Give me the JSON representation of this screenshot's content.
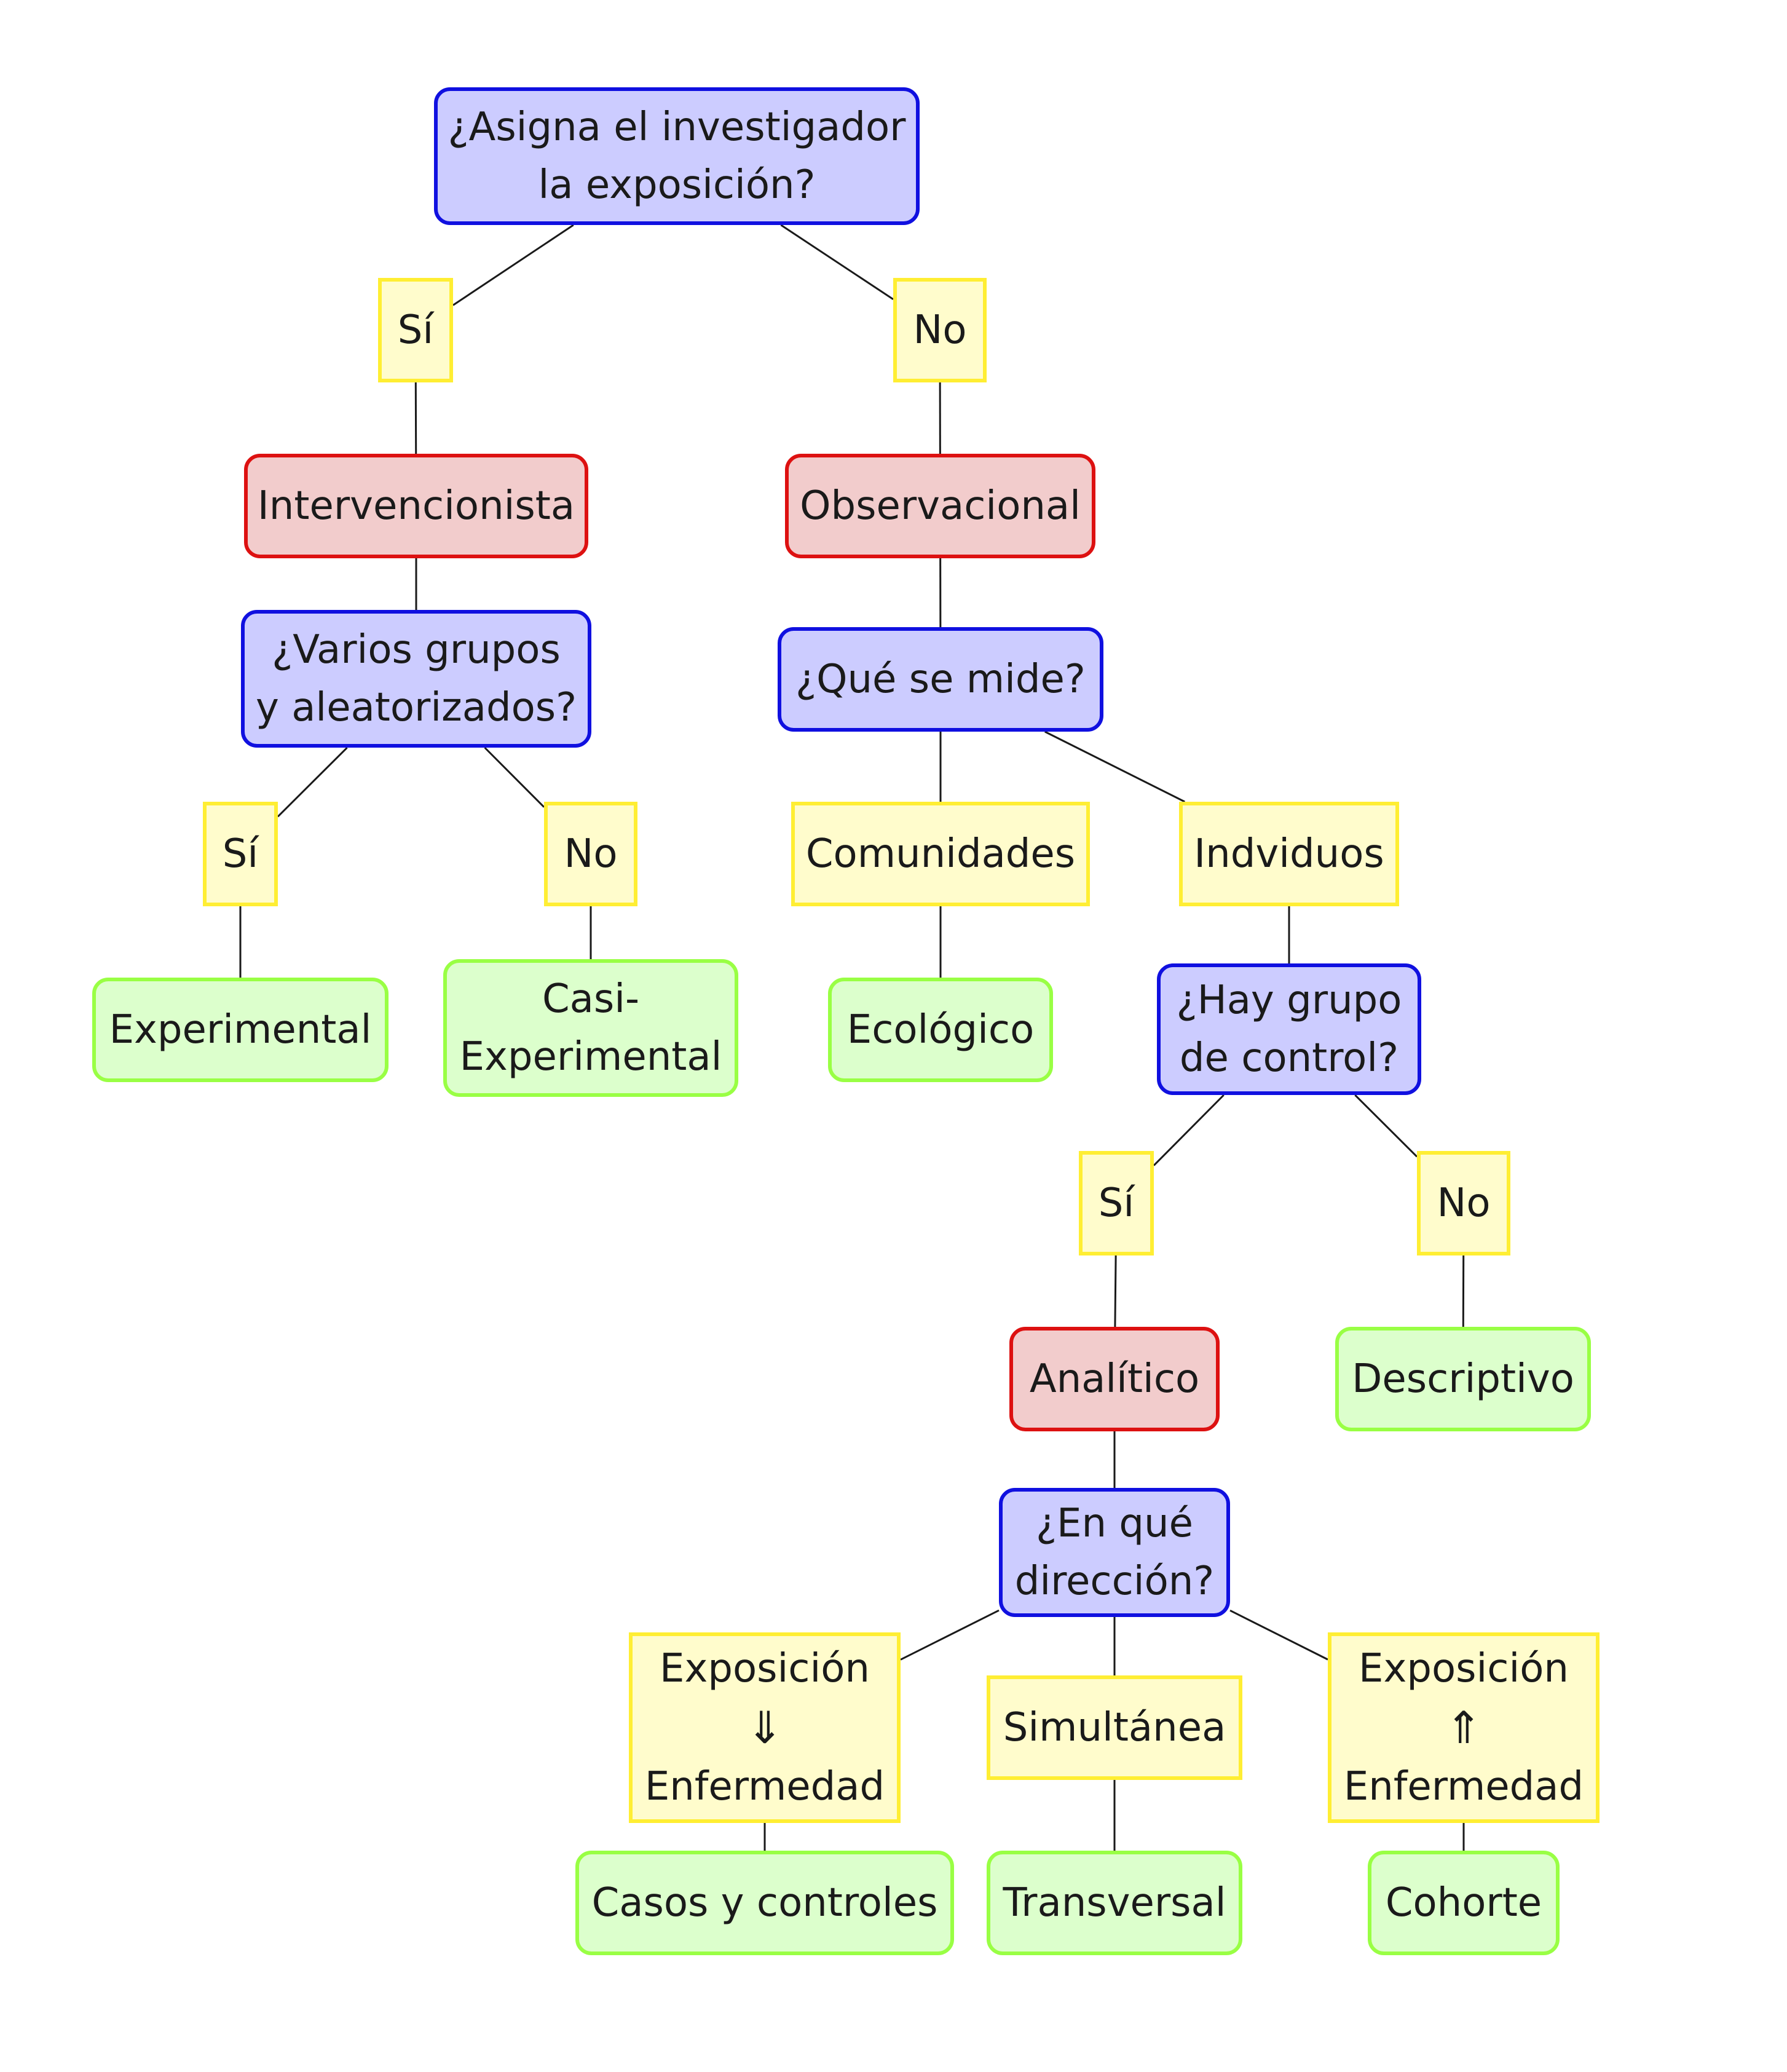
{
  "nodes": {
    "q_assign": {
      "lines": [
        "¿Asigna el investigador",
        "la exposición?"
      ]
    },
    "si_1": {
      "lines": [
        "Sí"
      ]
    },
    "no_1": {
      "lines": [
        "No"
      ]
    },
    "interv": {
      "lines": [
        "Intervencionista"
      ]
    },
    "observ": {
      "lines": [
        "Observacional"
      ]
    },
    "q_groups": {
      "lines": [
        "¿Varios grupos",
        "y aleatorizados?"
      ]
    },
    "q_measure": {
      "lines": [
        "¿Qué se mide?"
      ]
    },
    "si_2": {
      "lines": [
        "Sí"
      ]
    },
    "no_2": {
      "lines": [
        "No"
      ]
    },
    "comunidades": {
      "lines": [
        "Comunidades"
      ]
    },
    "individuos": {
      "lines": [
        "Indviduos"
      ]
    },
    "experimental": {
      "lines": [
        "Experimental"
      ]
    },
    "casi": {
      "lines": [
        "Casi-",
        "Experimental"
      ]
    },
    "ecologico": {
      "lines": [
        "Ecológico"
      ]
    },
    "q_control": {
      "lines": [
        "¿Hay grupo",
        "de control?"
      ]
    },
    "si_3": {
      "lines": [
        "Sí"
      ]
    },
    "no_3": {
      "lines": [
        "No"
      ]
    },
    "analitico": {
      "lines": [
        "Analítico"
      ]
    },
    "descriptivo": {
      "lines": [
        "Descriptivo"
      ]
    },
    "q_direction": {
      "lines": [
        "¿En qué",
        "dirección?"
      ]
    },
    "exp_down": {
      "lines": [
        "Exposición",
        "⇓",
        "Enfermedad"
      ]
    },
    "simultanea": {
      "lines": [
        "Simultánea"
      ]
    },
    "exp_up": {
      "lines": [
        "Exposición",
        "⇑",
        "Enfermedad"
      ]
    },
    "casos": {
      "lines": [
        "Casos y controles"
      ]
    },
    "transversal": {
      "lines": [
        "Transversal"
      ]
    },
    "cohorte": {
      "lines": [
        "Cohorte"
      ]
    }
  },
  "colors": {
    "question_fill": "#ccccff",
    "question_border": "#1010e0",
    "type_fill": "#f2cccc",
    "type_border": "#dd1111",
    "leaf_fill": "#dcffcc",
    "leaf_border": "#99ff44",
    "label_fill": "#fffccc",
    "label_border": "#ffee33",
    "edge": "#1a1a1a"
  }
}
